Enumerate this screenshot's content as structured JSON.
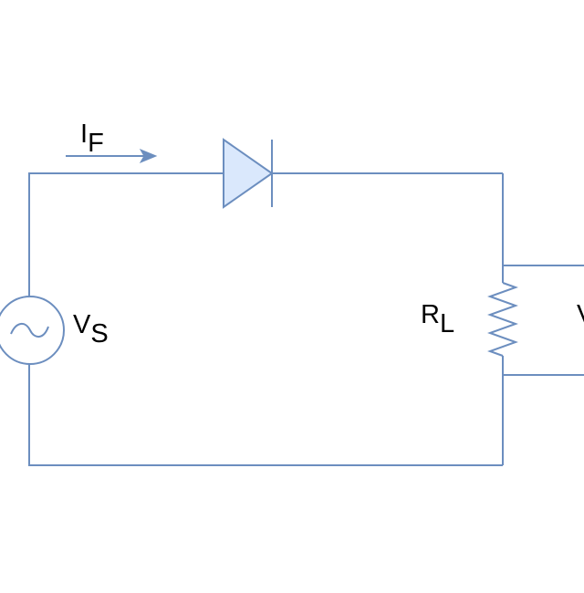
{
  "colors": {
    "wire": "#6c8ebf",
    "diode_fill": "#dae8fc",
    "text": "#000000"
  },
  "labels": {
    "current": {
      "main": "I",
      "sub": "F"
    },
    "source": {
      "main": "V",
      "sub": "S"
    },
    "load": {
      "main": "R",
      "sub": "L"
    },
    "output": {
      "main": "V"
    }
  },
  "components": [
    "ac-voltage-source",
    "diode",
    "resistor",
    "current-arrow"
  ]
}
